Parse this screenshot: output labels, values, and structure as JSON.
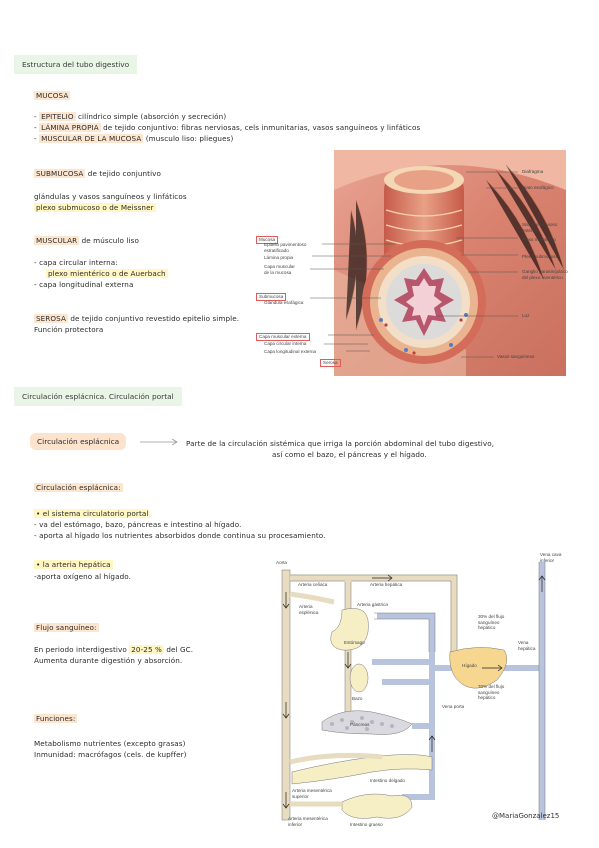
{
  "section1": {
    "title": "Estructura del tubo digestivo",
    "mucosa": {
      "heading": "MUCOSA",
      "items": [
        {
          "prefix": "- ",
          "hl": "EPITELIO",
          "rest": " cilíndrico simple (absorción y secreción)"
        },
        {
          "prefix": "- ",
          "hl": "LÁMINA PROPIA",
          "rest": " de tejido conjuntivo: fibras nerviosas, cels inmunitarias, vasos sanguíneos y linfáticos"
        },
        {
          "prefix": "- ",
          "hl": "MUSCULAR DE LA MUCOSA",
          "rest": " (musculo liso: pliegues)"
        }
      ]
    },
    "submucosa": {
      "heading": "SUBMUCOSA",
      "heading_rest": " de tejido conjuntivo",
      "line1": "glándulas y vasos sanguíneos y linfáticos",
      "line2": "plexo submucoso o de Meissner"
    },
    "muscular": {
      "heading": "MUSCULAR",
      "heading_rest": " de músculo liso",
      "line1": "- capa circular interna:",
      "line2": "plexo mientérico o de Auerbach",
      "line3": "- capa longitudinal externa"
    },
    "serosa": {
      "heading": "SEROSA",
      "heading_rest": " de tejido conjuntivo revestido epitelio simple.",
      "line2": "Función protectora"
    },
    "figure": {
      "left_labels": {
        "mucosa_box": "Mucosa",
        "epitelio": "Epitelio pavimentoso\nestratificado",
        "lamina": "Lámina propia",
        "capa_muscular_mucosa": "Capa muscular\nde la mucosa",
        "submucosa_box": "Submucosa",
        "glandula": "Glándula esofágica",
        "capa_muscular_externa_box": "Capa muscular externa",
        "capa_circular": "Capa circular interna",
        "capa_longitudinal": "Capa longitudinal externa",
        "serosa_box": "Serosa"
      },
      "right_labels": {
        "diafragma": "Diafragma",
        "hiato": "Hiato esofágico",
        "sistema": "Sistema nervioso\nentérico",
        "plexo_mienterico": "Plexo mientérico",
        "plexo_submucoso": "Plexo submucoso",
        "ganglio": "Ganglio parasimpático\ndel plexo mientérico",
        "luz": "Luz",
        "vasos": "Vasos sanguíneos"
      }
    }
  },
  "section2": {
    "title": "Circulación esplácnica. Circulación portal",
    "pill": "Circulación esplácnica",
    "definition_line1": "Parte de la circulación sistémica que irriga la porción abdominal del tubo digestivo,",
    "definition_line2": "así como el bazo, el páncreas y el hígado.",
    "sub_heading": "Circulación esplácnica:",
    "bullet1": "• el sistema circulatorio portal",
    "bullet1_l2": "- va del estómago, bazo, páncreas e intestino al hígado.",
    "bullet1_l3": "- aporta al hígado los nutrientes absorbidos donde continua su procesamiento.",
    "bullet2": "• la arteria hepática",
    "bullet2_l2": "-aporta oxígeno al hígado.",
    "flujo_heading": "Flujo sanguíneo:",
    "flujo_l1_a": "En periodo interdigestivo ",
    "flujo_l1_b": "20-25 %",
    "flujo_l1_c": "  del GC.",
    "flujo_l2": "Aumenta durante digestión y absorción.",
    "funciones_heading": "Funciones:",
    "funciones_l1": "Metabolismo nutrientes (excepto grasas)",
    "funciones_l2": "Inmunidad: macrófagos (cels. de kupffer)",
    "diagram": {
      "aorta": "Aorta",
      "arteria_celiaca": "Arteria celíaca",
      "arteria_hepatica": "Arteria hepática",
      "arteria_esplenica": "Arteria\nesplénica",
      "arteria_gastrica": "Arteria gástrica",
      "estomago": "Estómago",
      "bazo": "Bazo",
      "pancreas": "Páncreas",
      "intestino_delgado": "Intestino delgado",
      "mesenterica_superior": "Arteria mesentérica\nsuperior",
      "mesenterica_inferior": "Arteria mesentérica\ninferior",
      "intestino_grueso": "Intestino grueso",
      "vena_porta": "Vena porta",
      "higado": "Hígado",
      "flujo30": "30% del flujo\nsanguíneo\nhepático",
      "flujo70": "70% del flujo\nsanguíneo\nhepático",
      "vena_hepatica": "Vena\nhepática",
      "vena_cava": "Vena cava\ninferior"
    }
  },
  "signature": "@MariaGonzalez15",
  "colors": {
    "title_bg": "#e9f5e6",
    "highlight_orange": "#fde6cf",
    "highlight_yellow": "#fff6c2",
    "pill_bg": "#fde3cc",
    "artery": "#d7c9a6",
    "vein": "#b8c3de",
    "liver": "#f7d78f"
  }
}
